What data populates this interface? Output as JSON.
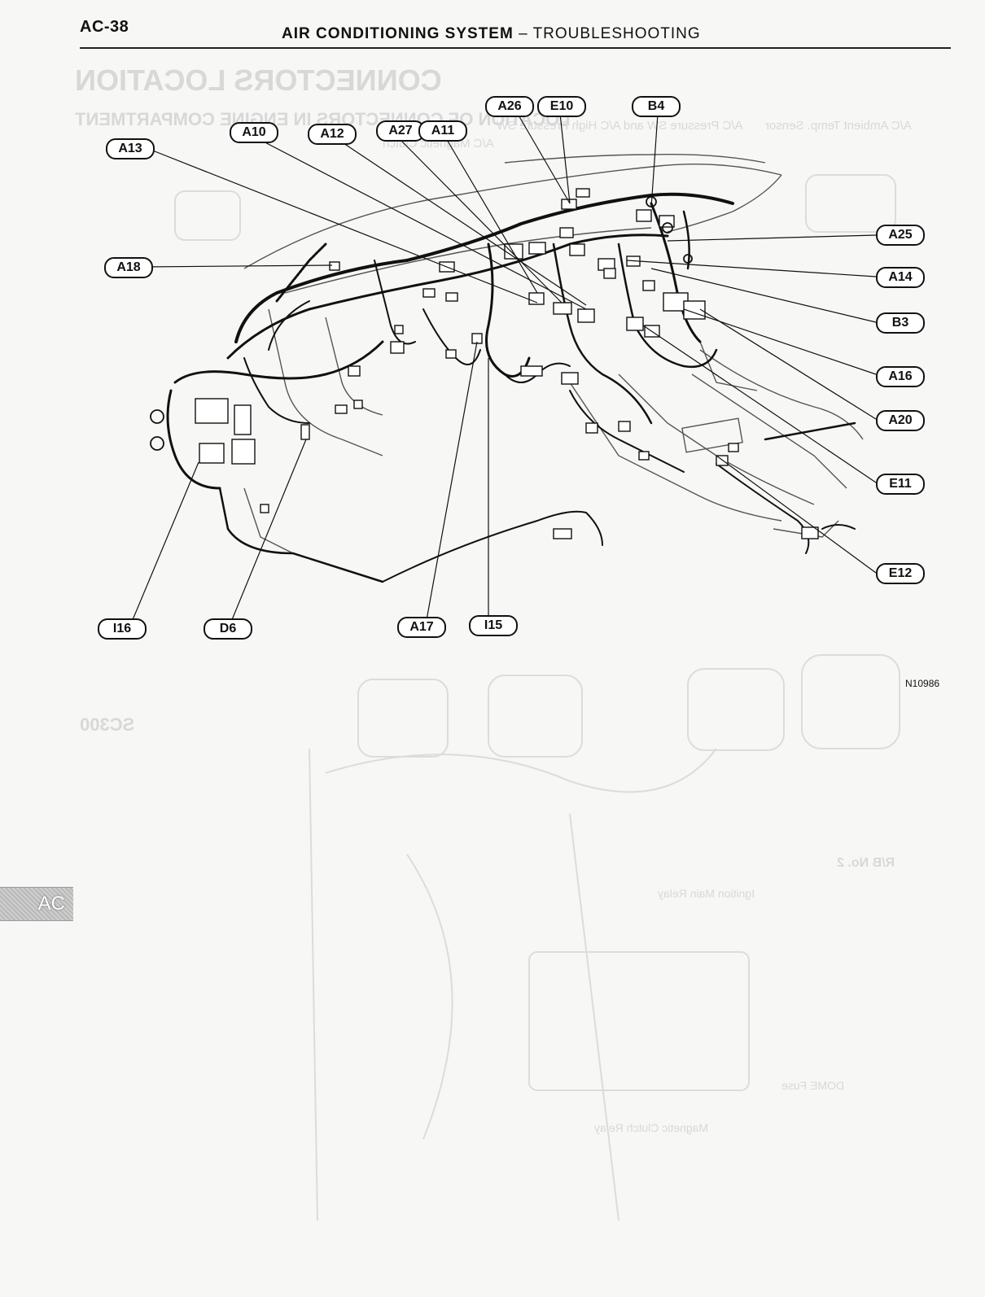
{
  "header": {
    "page_number": "AC-38",
    "title_main": "AIR CONDITIONING SYSTEM",
    "title_sep": " – ",
    "title_sub": "TROUBLESHOOTING"
  },
  "figure": {
    "code": "N10986",
    "callouts": [
      {
        "id": "A26"
      },
      {
        "id": "E10"
      },
      {
        "id": "B4"
      },
      {
        "id": "A10"
      },
      {
        "id": "A12"
      },
      {
        "id": "A27"
      },
      {
        "id": "A11"
      },
      {
        "id": "A13"
      },
      {
        "id": "A18"
      },
      {
        "id": "A25"
      },
      {
        "id": "A14"
      },
      {
        "id": "B3"
      },
      {
        "id": "A16"
      },
      {
        "id": "A20"
      },
      {
        "id": "E11"
      },
      {
        "id": "E12"
      },
      {
        "id": "I16"
      },
      {
        "id": "D6"
      },
      {
        "id": "A17"
      },
      {
        "id": "I15"
      }
    ]
  },
  "side_tab": {
    "label": "AC"
  },
  "bleed_through": {
    "heading": "CONNECTORS LOCATION",
    "subheading": "LOCATION OF CONNECTORS IN ENGINE COMPARTMENT",
    "model": "SC300",
    "labels": [
      "A/C Ambient Temp. Sensor",
      "A/C Pressure SW and A/C High Pressure SW",
      "A/C Magnetic Clutch",
      "R/B No. 2",
      "Ignition Main Relay",
      "DOME Fuse",
      "Magnetic Clutch Relay"
    ]
  }
}
